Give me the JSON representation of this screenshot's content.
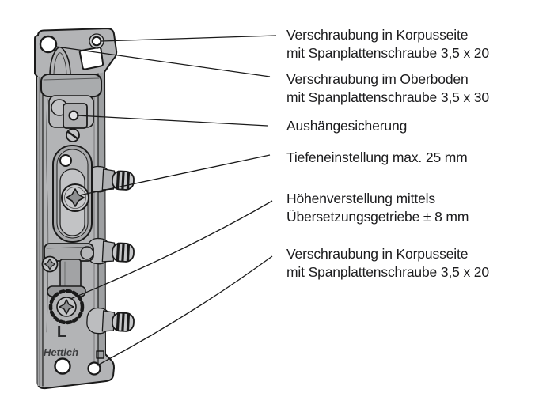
{
  "diagram": {
    "bracket": {
      "marking": "L",
      "brand": "Hettich"
    },
    "colors": {
      "background": "#ffffff",
      "line": "#1a1a1a",
      "text": "#1c1c1e",
      "metal_light": "#c6c7c9",
      "metal_mid": "#b3b4b6",
      "metal_dark": "#9ea0a2"
    },
    "annotations": [
      {
        "id": "korpusseite-top",
        "lines": [
          "Verschraubung in Korpusseite",
          "mit Spanplattenschraube 3,5 x 20"
        ]
      },
      {
        "id": "oberboden",
        "lines": [
          "Verschraubung im Oberboden",
          "mit Spanplattenschraube 3,5 x 30"
        ]
      },
      {
        "id": "aushaengesicherung",
        "lines": [
          "Aushängesicherung"
        ]
      },
      {
        "id": "tiefeneinstellung",
        "lines": [
          "Tiefeneinstellung max. 25 mm"
        ]
      },
      {
        "id": "hoehenverstellung",
        "lines": [
          "Höhenverstellung mittels",
          "Übersetzungsgetriebe ± 8 mm"
        ]
      },
      {
        "id": "korpusseite-bottom",
        "lines": [
          "Verschraubung in Korpusseite",
          "mit Spanplattenschraube 3,5 x 20"
        ]
      }
    ]
  }
}
